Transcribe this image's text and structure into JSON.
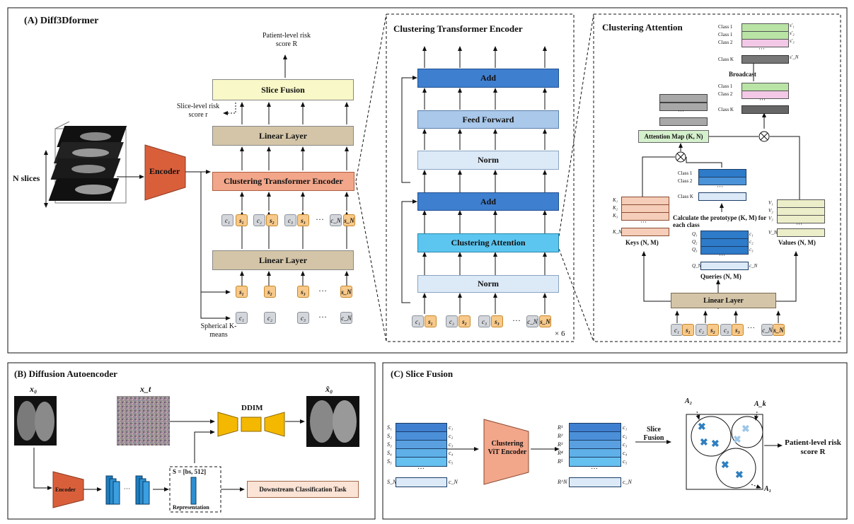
{
  "panels": {
    "a_title": "(A) Diff3Dformer",
    "b_title": "(B) Diffusion Autoencoder",
    "c_title": "(C) Slice Fusion"
  },
  "panel_a": {
    "n_slices": "N slices",
    "encoder": "Encoder",
    "slice_fusion": "Slice Fusion",
    "linear_layer_top": "Linear Layer",
    "clustering_transformer_encoder": "Clustering Transformer Encoder",
    "linear_layer_bottom": "Linear Layer",
    "patient_risk": "Patient-level risk score R",
    "slice_risk": "Slice-level risk score r",
    "spherical_kmeans": "Spherical K-means",
    "ellipsis": "···"
  },
  "tokens": {
    "c1": "c₁",
    "c2": "c₂",
    "c3": "c₃",
    "cN": "c_N",
    "s1": "s₁",
    "s2": "s₂",
    "s3": "s₃",
    "sN": "s_N"
  },
  "cte": {
    "title": "Clustering Transformer Encoder",
    "add_top": "Add",
    "feed_forward": "Feed Forward",
    "norm_top": "Norm",
    "add_bottom": "Add",
    "clustering_attention": "Clustering Attention",
    "norm_bottom": "Norm",
    "times6": "× 6"
  },
  "ca": {
    "title": "Clustering Attention",
    "class1": "Class 1",
    "class2": "Class 2",
    "classK": "Class K",
    "broadcast": "Broadcast",
    "attention_map": "Attention Map (K, N)",
    "calc_prototype": "Calculate the prototype (K, M) for each class",
    "keys": "Keys (N, M)",
    "queries": "Queries (N, M)",
    "values": "Values (N, M)",
    "linear_layer": "Linear Layer",
    "k1": "K₁",
    "k2": "K₂",
    "k3": "K₃",
    "kN": "K_N",
    "q1": "Q₁",
    "q2": "Q₂",
    "q3": "Q₃",
    "qN": "Q_N",
    "v1": "V₁",
    "v2": "V₂",
    "v3": "V₃",
    "vN": "V_N",
    "s1p": "s′₁",
    "s2p": "s′₂",
    "s3p": "s′₃",
    "sNp": "s′_N",
    "c1": "c₁",
    "c2": "c₂",
    "c3": "c₃",
    "cN": "c_N",
    "ellipsis": "···"
  },
  "panel_b": {
    "x0": "x₀",
    "xt": "x_t",
    "x0hat": "x̂₀",
    "ddim": "DDIM",
    "encoder": "Encoder",
    "s_eq": "S = [bs, 512]",
    "representation": "Representation",
    "downstream": "Downstream Classification Task"
  },
  "panel_c": {
    "s1": "S₁",
    "s2": "S₂",
    "s3": "S₃",
    "s4": "S₄",
    "s5": "S₅",
    "sN": "S_N",
    "c1": "c₁",
    "c2": "c₂",
    "c3": "c₃",
    "c4": "c₄",
    "c5": "c₅",
    "cN": "c_N",
    "r1": "R¹",
    "r2": "R²",
    "r3": "R³",
    "r4": "R⁴",
    "r5": "R⁵",
    "rN": "R^N",
    "vit": "Clustering ViT Encoder",
    "slice_fusion": "Slice Fusion",
    "a2": "A₂",
    "ak": "A_k",
    "a1": "A₁",
    "patient_risk": "Patient-level risk score R",
    "ellipsis": "···"
  },
  "colors": {
    "encoder": "#d95f3b",
    "tan": "#d4c5a8",
    "salmon": "#f2a68a",
    "light_yellow": "#f8f8c8",
    "blue_dark": "#3f7fd0",
    "blue_mid": "#a9c8ea",
    "blue_light": "#dce9f7",
    "cyan": "#5cc6f0",
    "green": "#b9e4a5",
    "pink": "#f2c8e6",
    "gray": "#777777",
    "ddim": "#f5b800"
  }
}
